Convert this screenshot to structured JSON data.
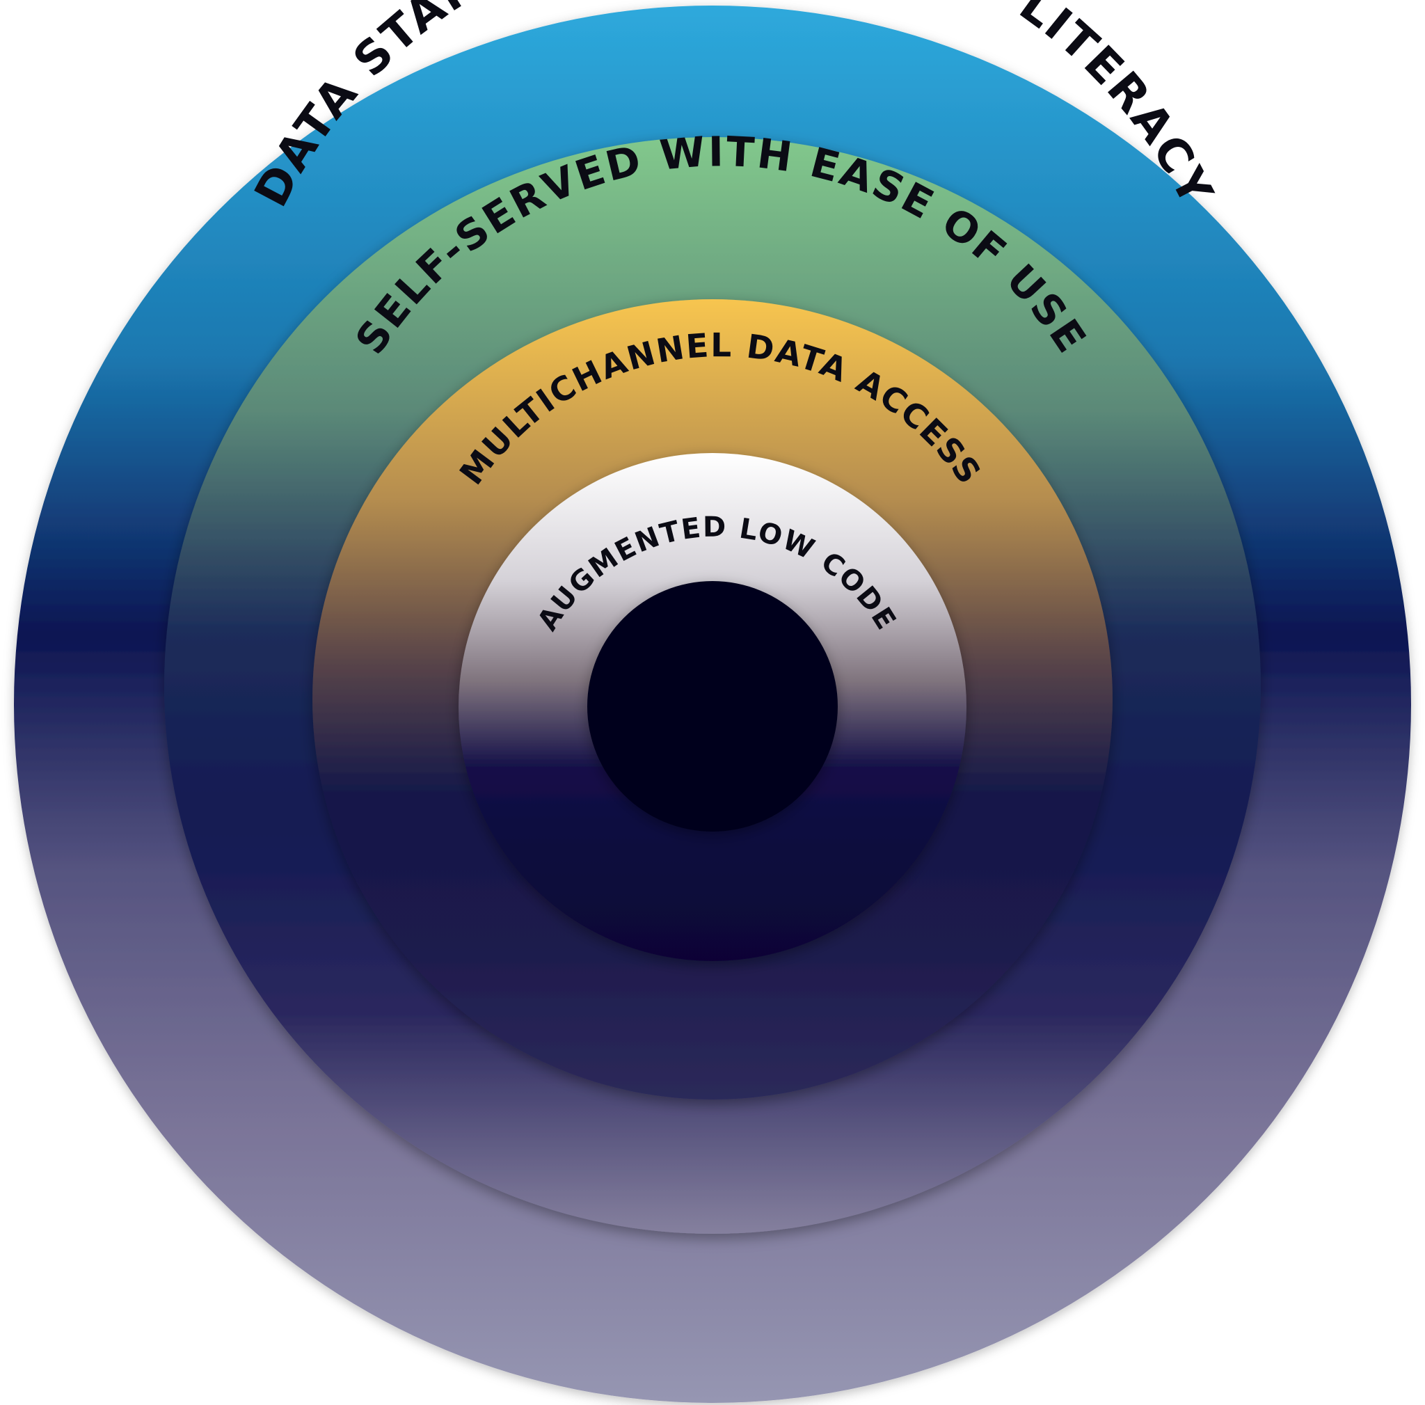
{
  "diagram": {
    "rings": [
      {
        "label": "DATA STANDARDISATION WITH LITERACY",
        "gradient": [
          "#2ea9dc",
          "#1b78b0",
          "#0c1552",
          "#565480",
          "#7a7498",
          "#9696b2"
        ]
      },
      {
        "label": "SELF-SERVED WITH EASE OF USE",
        "gradient": [
          "#82c88c",
          "#5b8978",
          "#1d2d5a",
          "#121a52",
          "#2b285e",
          "#85809e"
        ]
      },
      {
        "label": "MULTICHANNEL DATA ACCESS",
        "gradient": [
          "#f7c550",
          "#b58d4f",
          "#5a4548",
          "#141848",
          "#1d1a4c",
          "#2c2a5a"
        ]
      },
      {
        "label": "AUGMENTED LOW CODE",
        "gradient": [
          "#ffffff",
          "#d5d2d8",
          "#7f737d",
          "#141048",
          "#0c083c",
          "#0a0636"
        ]
      }
    ],
    "core_color": "#02001c"
  }
}
